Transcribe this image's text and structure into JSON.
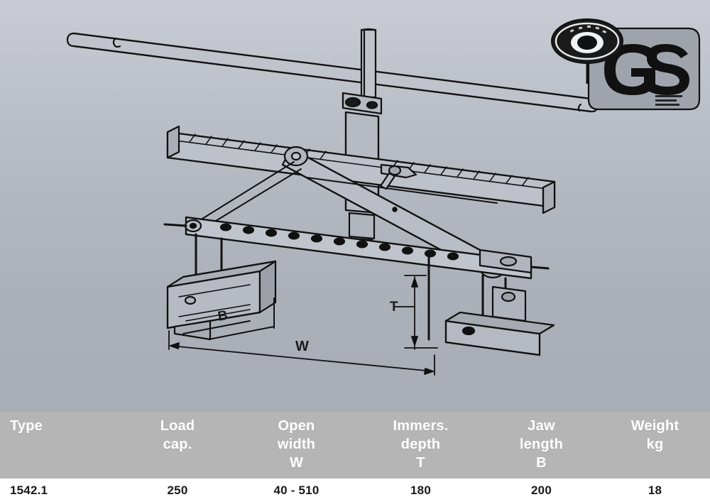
{
  "product": {
    "illustration_name": "lifting-clamp-technical-drawing",
    "description": "Technical line drawing of an adjustable lifting clamp with handle bar, central spindle, scissor linkage, perforated adjustment rail and two jaws",
    "dimension_labels": [
      {
        "symbol": "W",
        "meaning": "Open width"
      },
      {
        "symbol": "T",
        "meaning": "Immersion depth"
      },
      {
        "symbol": "B",
        "meaning": "Jaw length"
      }
    ]
  },
  "certification": {
    "mark": "GS",
    "subtext": "geprüfte Sicherheit",
    "ring_text": "TUV SUD"
  },
  "table": {
    "columns": [
      {
        "key": "type",
        "line1": "Type",
        "line2": "",
        "symbol": ""
      },
      {
        "key": "load",
        "line1": "Load",
        "line2": "cap.",
        "symbol": ""
      },
      {
        "key": "width",
        "line1": "Open",
        "line2": "width",
        "symbol": "W"
      },
      {
        "key": "depth",
        "line1": "Immers.",
        "line2": "depth",
        "symbol": "T"
      },
      {
        "key": "jaw",
        "line1": "Jaw",
        "line2": "length",
        "symbol": "B"
      },
      {
        "key": "weight",
        "line1": "Weight",
        "line2": "kg",
        "symbol": ""
      }
    ],
    "rows": [
      {
        "type": "1542.1",
        "load": "250",
        "width": "40 - 510",
        "depth": "180",
        "jaw": "200",
        "weight": "18"
      }
    ]
  },
  "colors": {
    "background_top": "#c9ccd4",
    "background_bottom": "#a8adb6",
    "header_band": "#b5b5b5",
    "header_text": "#ffffff",
    "row_background": "#ffffff",
    "row_text": "#1a1a1a",
    "line_art": "#111111"
  }
}
